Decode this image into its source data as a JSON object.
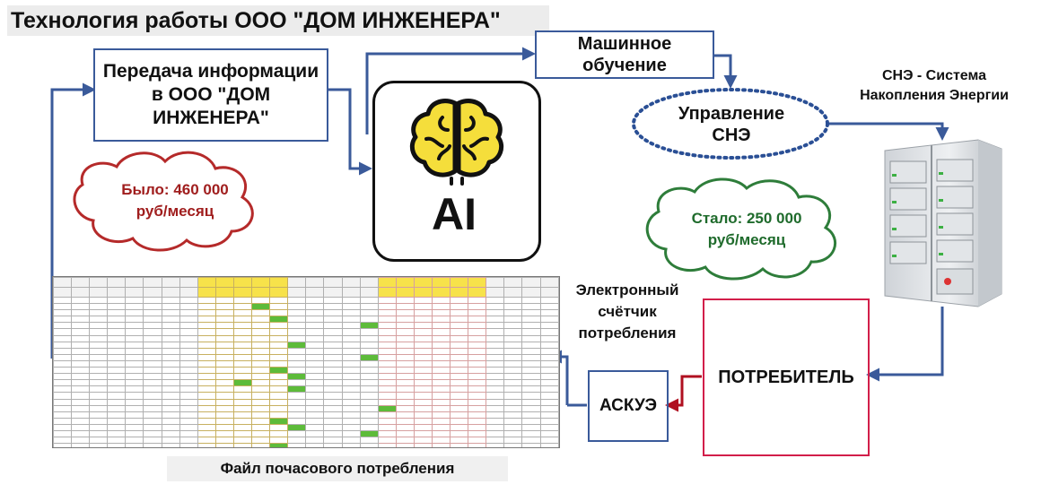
{
  "title": "Технология работы ООО \"ДОМ ИНЖЕНЕРА\"",
  "boxes": {
    "transfer": "Передача информации\nв ООО \"ДОМ\nИНЖЕНЕРА\"",
    "ml": "Машинное\nобучение",
    "control": "Управление\nСНЭ",
    "sne": "СНЭ - Система\nНакопления Энергии",
    "meter": "Электронный\nсчётчик\nпотребления",
    "consumer": "ПОТРЕБИТЕЛЬ",
    "askue": "АСКУЭ",
    "ai": "AI"
  },
  "clouds": {
    "before": "Было: 460 000\nруб/месяц",
    "after": "Стало: 250 000\nруб/месяц"
  },
  "caption": "Файл почасового потребления",
  "colors": {
    "arrow": "#3a5a9a",
    "red_arrow": "#b01020",
    "before_cloud": "#b52a2a",
    "after_cloud": "#2e7d3a",
    "consumer_border": "#d21e4a",
    "brain_fill": "#f5de3b"
  },
  "icons": [
    "brain-icon",
    "battery-rack-icon"
  ]
}
